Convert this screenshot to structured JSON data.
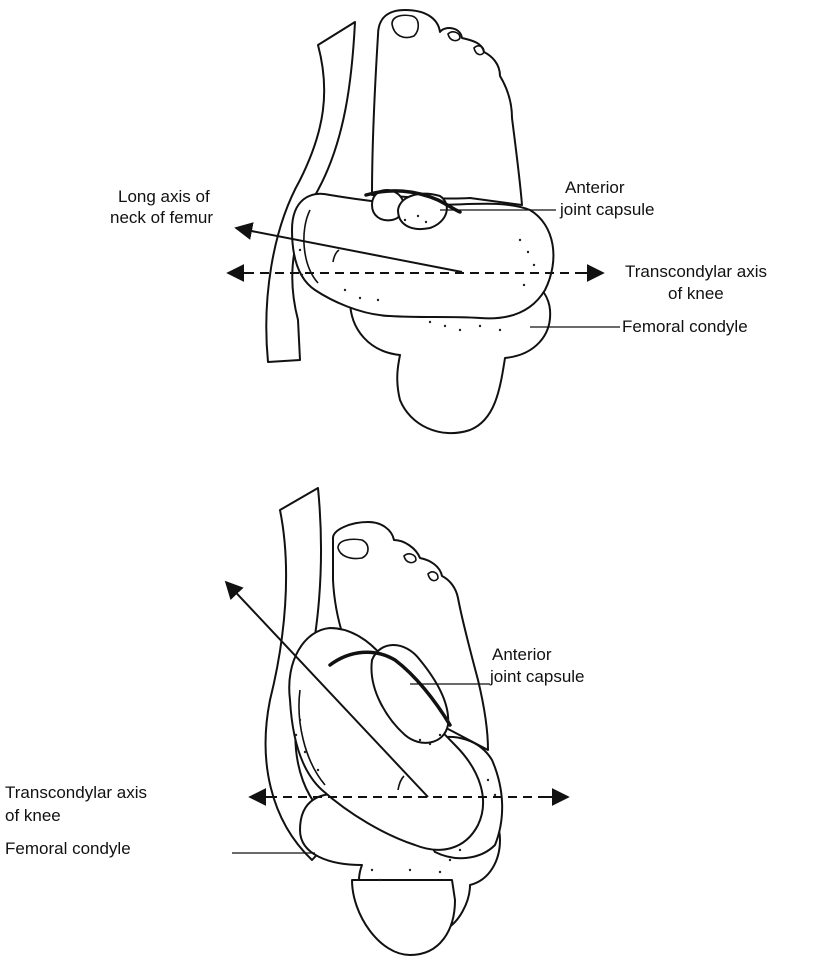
{
  "figure": {
    "colors": {
      "ink": "#111111",
      "background": "#ffffff",
      "bone": "#ffffff"
    },
    "top_view": {
      "label_long_axis_line1": "Long axis of",
      "label_long_axis_line2": "neck of femur",
      "label_capsule_line1": "Anterior",
      "label_capsule_line2": "joint capsule",
      "label_transcondylar_line1": "Transcondylar axis",
      "label_transcondylar_line2": "of knee",
      "label_condyle": "Femoral condyle"
    },
    "bottom_view": {
      "label_capsule_line1": "Anterior",
      "label_capsule_line2": "joint capsule",
      "label_transcondylar_line1": "Transcondylar axis",
      "label_transcondylar_line2": "of knee",
      "label_condyle": "Femoral condyle"
    }
  }
}
